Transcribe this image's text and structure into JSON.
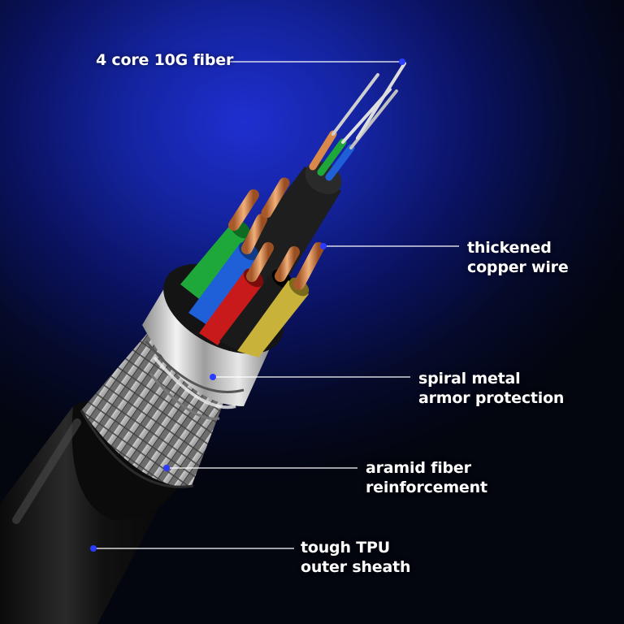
{
  "callouts": {
    "fiber": {
      "line1": "4 core 10G fiber"
    },
    "copper": {
      "line1": "thickened",
      "line2": "copper wire"
    },
    "armor": {
      "line1": "spiral metal",
      "line2": "armor protection"
    },
    "aramid": {
      "line1": "aramid fiber",
      "line2": "reinforcement"
    },
    "sheath": {
      "line1": "tough TPU",
      "line2": "outer sheath"
    }
  },
  "colors": {
    "background": "#1424a0",
    "callout_line": "#ffffff",
    "callout_dot": "#2a3cff",
    "wire_green": "#1fa83a",
    "wire_blue": "#1f5fd8",
    "wire_red": "#c81a1a",
    "wire_black": "#1a1a1a",
    "wire_yellow": "#c9b23a",
    "copper": "#d98a4a"
  }
}
